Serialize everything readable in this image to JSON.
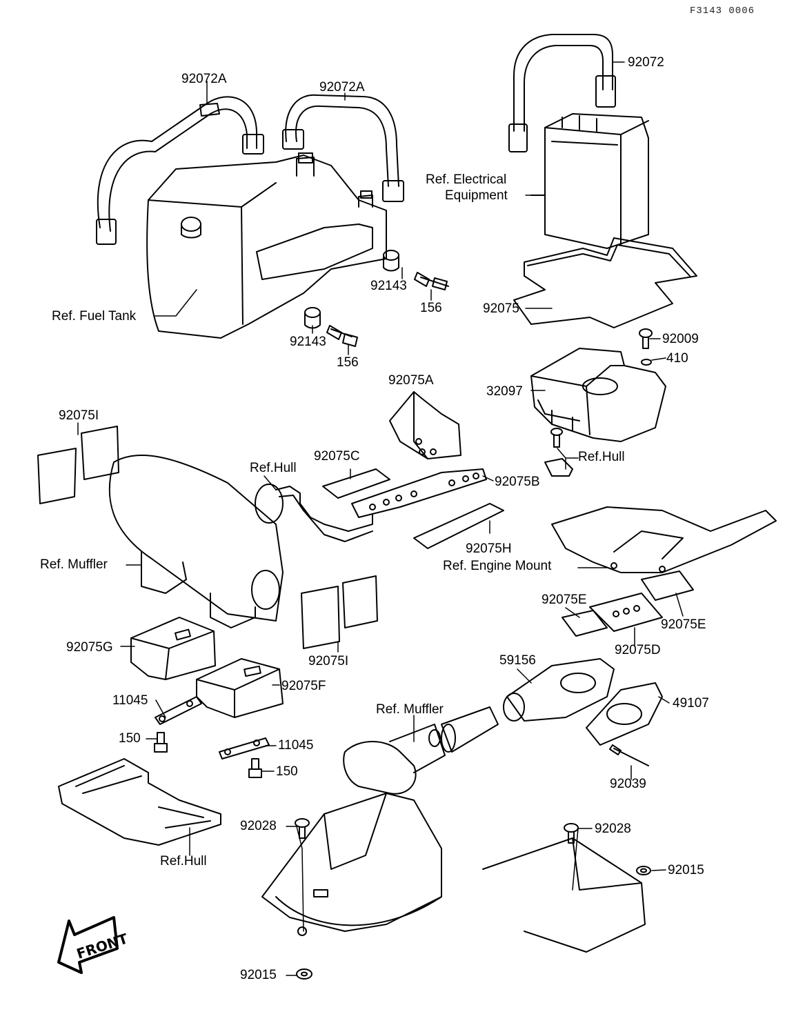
{
  "diagram": {
    "drawing_code": "F3143 0006",
    "front_marker": "FRONT",
    "labels": {
      "p92072": "92072",
      "p92072A_left": "92072A",
      "p92072A_right": "92072A",
      "ref_electrical_1": "Ref. Electrical",
      "ref_electrical_2": "Equipment",
      "ref_fuel_tank": "Ref. Fuel Tank",
      "p92143_upper": "92143",
      "p156_upper": "156",
      "p92143_lower": "92143",
      "p156_lower": "156",
      "p92075": "92075",
      "p92009": "92009",
      "p410": "410",
      "p32097": "32097",
      "p92075A": "92075A",
      "ref_hull_battery": "Ref.Hull",
      "p92075I_upper": "92075I",
      "p92075C": "92075C",
      "ref_hull_bracket": "Ref.Hull",
      "p92075B": "92075B",
      "p92075H": "92075H",
      "ref_engine_mount": "Ref. Engine Mount",
      "ref_muffler_left": "Ref. Muffler",
      "p92075E_left": "92075E",
      "p92075E_right": "92075E",
      "p92075D": "92075D",
      "p92075G": "92075G",
      "p92075I_lower": "92075I",
      "p59156": "59156",
      "p11045_left": "11045",
      "p92075F": "92075F",
      "ref_muffler_center": "Ref. Muffler",
      "p49107": "49107",
      "p150_left": "150",
      "p11045_right": "11045",
      "p150_right": "150",
      "p92039": "92039",
      "p92028_left": "92028",
      "p92028_right": "92028",
      "ref_hull_bottom": "Ref.Hull",
      "p92015_right": "92015",
      "p92015_bottom": "92015"
    }
  }
}
